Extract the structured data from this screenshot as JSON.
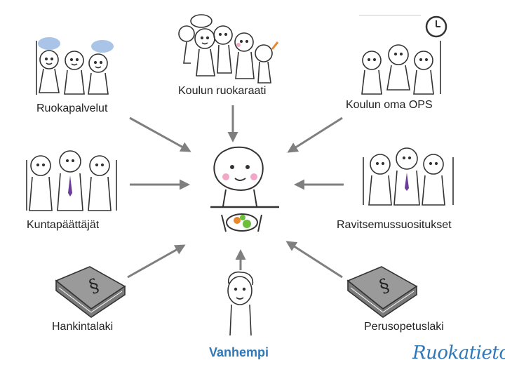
{
  "nodes": {
    "ruokapalvelut": "Ruokapalvelut",
    "koulun_ruokaraati": "Koulun ruokaraati",
    "koulun_oma_ops": "Koulun oma OPS",
    "kuntapaattajat": "Kuntapäättäjät",
    "ravitsemussuositukset": "Ravitsemussuositukset",
    "hankintalaki": "Hankintalaki",
    "perusopetuslaki": "Perusopetuslaki",
    "vanhempi": "Vanhempi"
  },
  "brand": {
    "name": "Ruokatieto"
  },
  "colors": {
    "arrow": "#7f7f7f",
    "outline": "#333333",
    "chef_hat": "#a9c4e6",
    "cheek": "#f2a7c8",
    "tie": "#6a3d9a",
    "book": "#8c8c8c",
    "vanhempi_text": "#2e77b8",
    "brand": "#2e77b8",
    "food_green": "#6bbf3a",
    "food_orange": "#e8872e"
  }
}
